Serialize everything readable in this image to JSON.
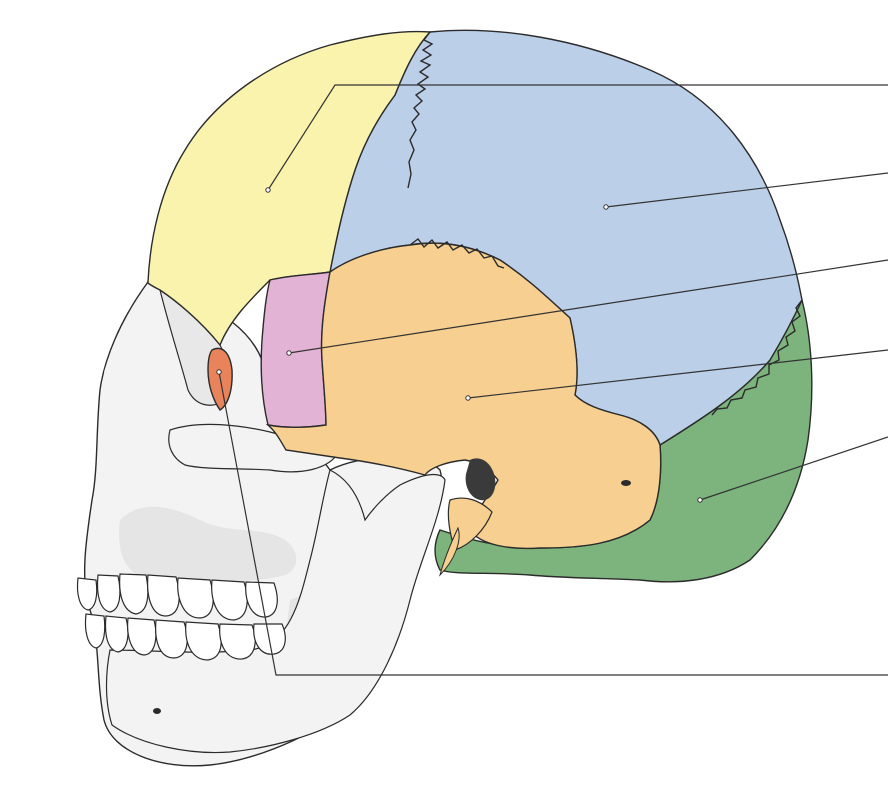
{
  "diagram": {
    "labels": [],
    "bones": [
      {
        "id": "frontal",
        "color": "#faf3ad"
      },
      {
        "id": "parietal",
        "color": "#bccfe9"
      },
      {
        "id": "sphenoid",
        "color": "#e2b3d4"
      },
      {
        "id": "temporal",
        "color": "#f7cf90"
      },
      {
        "id": "occipital",
        "color": "#7db47d"
      },
      {
        "id": "lacrimal",
        "color": "#e9835c"
      }
    ],
    "colors": {
      "skull_base": "#f3f3f3",
      "skull_shade": "#d9d9d9",
      "outline": "#2b2b2b",
      "leader_line": "#333333"
    }
  }
}
